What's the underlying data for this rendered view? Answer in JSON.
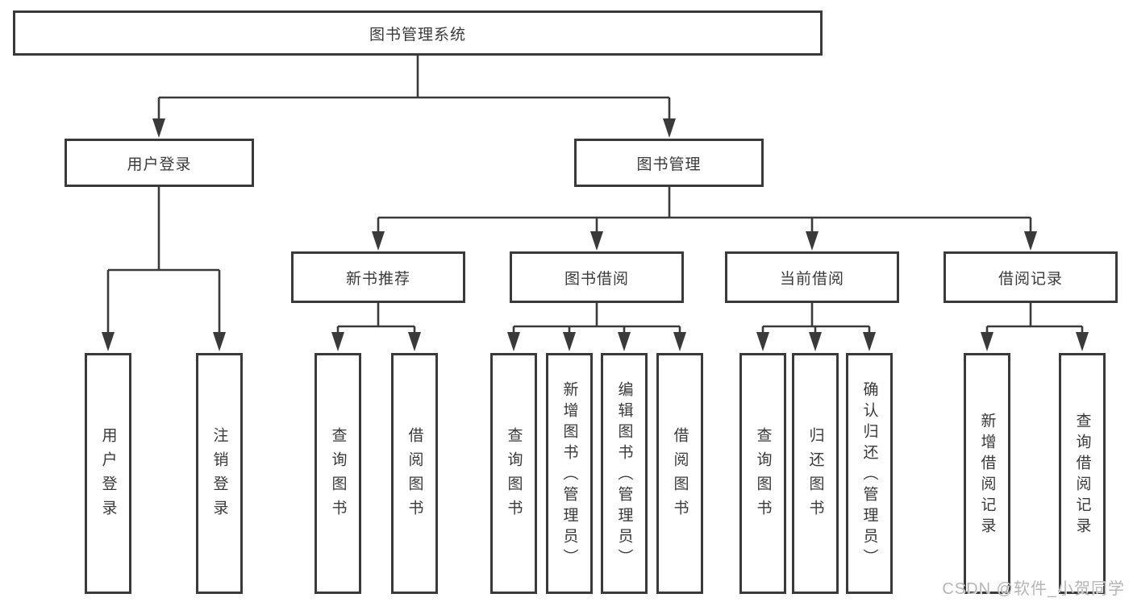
{
  "watermark": "CSDN @软件_小贺同学",
  "colors": {
    "line": "#3a3a3a",
    "box_background": "#ffffff",
    "watermark": "#b5b5b5"
  },
  "nodes": {
    "root": "图书管理系统",
    "userLogin": "用户登录",
    "bookManagement": "图书管理",
    "userLoginLeaf": "用户登录",
    "logoutLeaf": "注销登录",
    "newBookRec": "新书推荐",
    "bookBorrow": "图书借阅",
    "currentBorrow": "当前借阅",
    "borrowRecords": "借阅记录",
    "nbQueryBooks": "查询图书",
    "nbBorrowBooks": "借阅图书",
    "bbQueryBooks": "查询图书",
    "bbAddBooks": "新增图书（管理员）",
    "bbEditBooks": "编辑图书（管理员）",
    "bbBorrowBooks": "借阅图书",
    "cbQueryBooks": "查询图书",
    "cbReturnBooks": "归还图书",
    "cbConfirmReturn": "确认归还（管理员）",
    "brAddRecord": "新增借阅记录",
    "brQueryRecord": "查询借阅记录"
  }
}
